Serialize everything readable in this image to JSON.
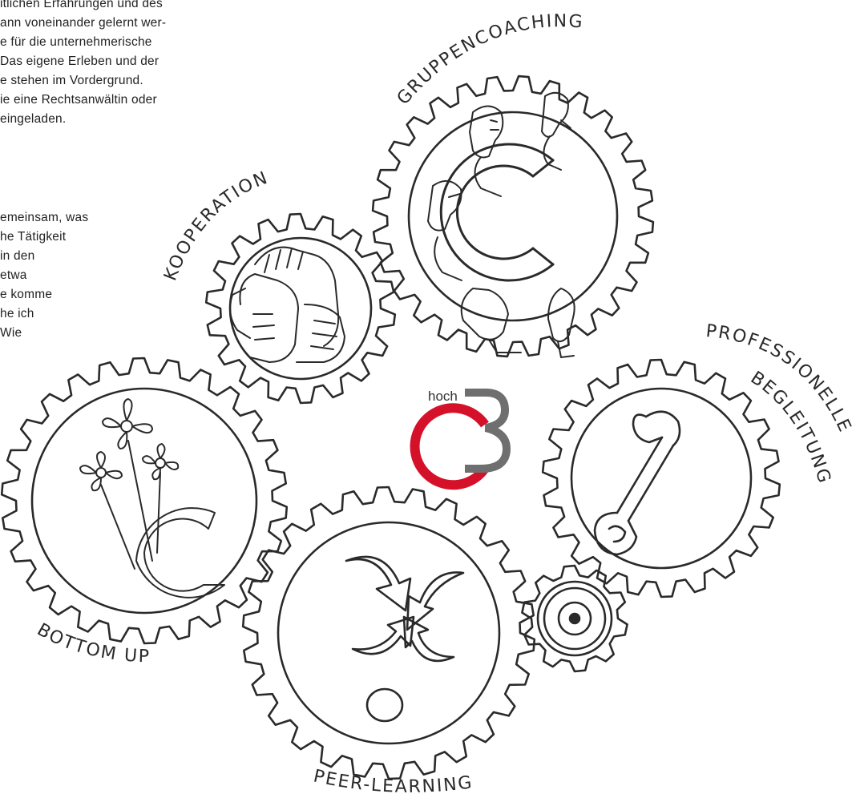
{
  "intro_text": {
    "top_lines": [
      "itlichen Erfahrungen und des",
      "ann voneinander gelernt wer-",
      "e für die unternehmerische",
      "Das eigene Erleben und der",
      "e stehen im Vordergrund.",
      "ie eine Rechtsanwältin oder",
      "eingeladen."
    ],
    "mid_lines": [
      "emeinsam, was",
      "he Tätigkeit",
      " in den",
      " etwa",
      "e komme",
      "he ich",
      "Wie"
    ]
  },
  "gear_labels": {
    "gruppencoaching": "GRUPPENCOACHING",
    "kooperation": "KOOPERATION",
    "professionelle": "PROFESSIONELLE",
    "begleitung": "BEGLEITUNG",
    "bottom_up": "BOTTOM UP",
    "peer_learning": "PEER-LEARNING"
  },
  "logo": {
    "word": "hoch",
    "red": "#d5112a",
    "grey": "#6f6f6f"
  },
  "icons": {
    "kooperation": "clasped-hands-icon",
    "gruppencoaching": "people-on-c-icon",
    "professionelle_begleitung": "wrench-icon",
    "bottom_up": "flowers-icon",
    "peer_learning": "arrows-icon",
    "small_gear": "target-icon"
  }
}
